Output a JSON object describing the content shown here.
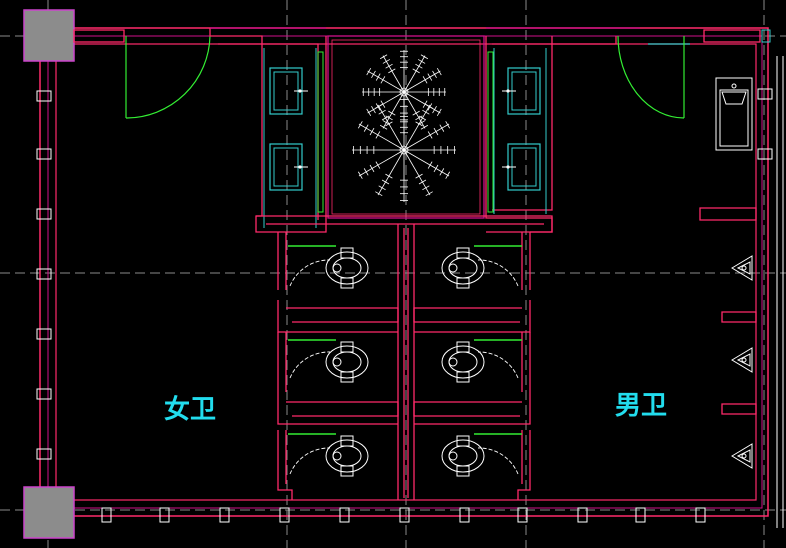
{
  "drawing": {
    "labels": {
      "women": "女卫",
      "men": "男卫"
    },
    "colors": {
      "background": "#000000",
      "wall_outer": "#ff2a6a",
      "wall_inner": "#d0108a",
      "column_fill": "#8c8c8c",
      "column_border": "#cc44cc",
      "door_arc": "#33ee33",
      "fixture": "#ffffff",
      "sink": "#33cccc",
      "grid": "#8a8a8a",
      "label_text": "#22ddee"
    },
    "fixtures": {
      "squat_toilets": 6,
      "wash_basins": 4,
      "urinals": 3,
      "mop_sink": 1,
      "floor_drain": 1
    }
  }
}
